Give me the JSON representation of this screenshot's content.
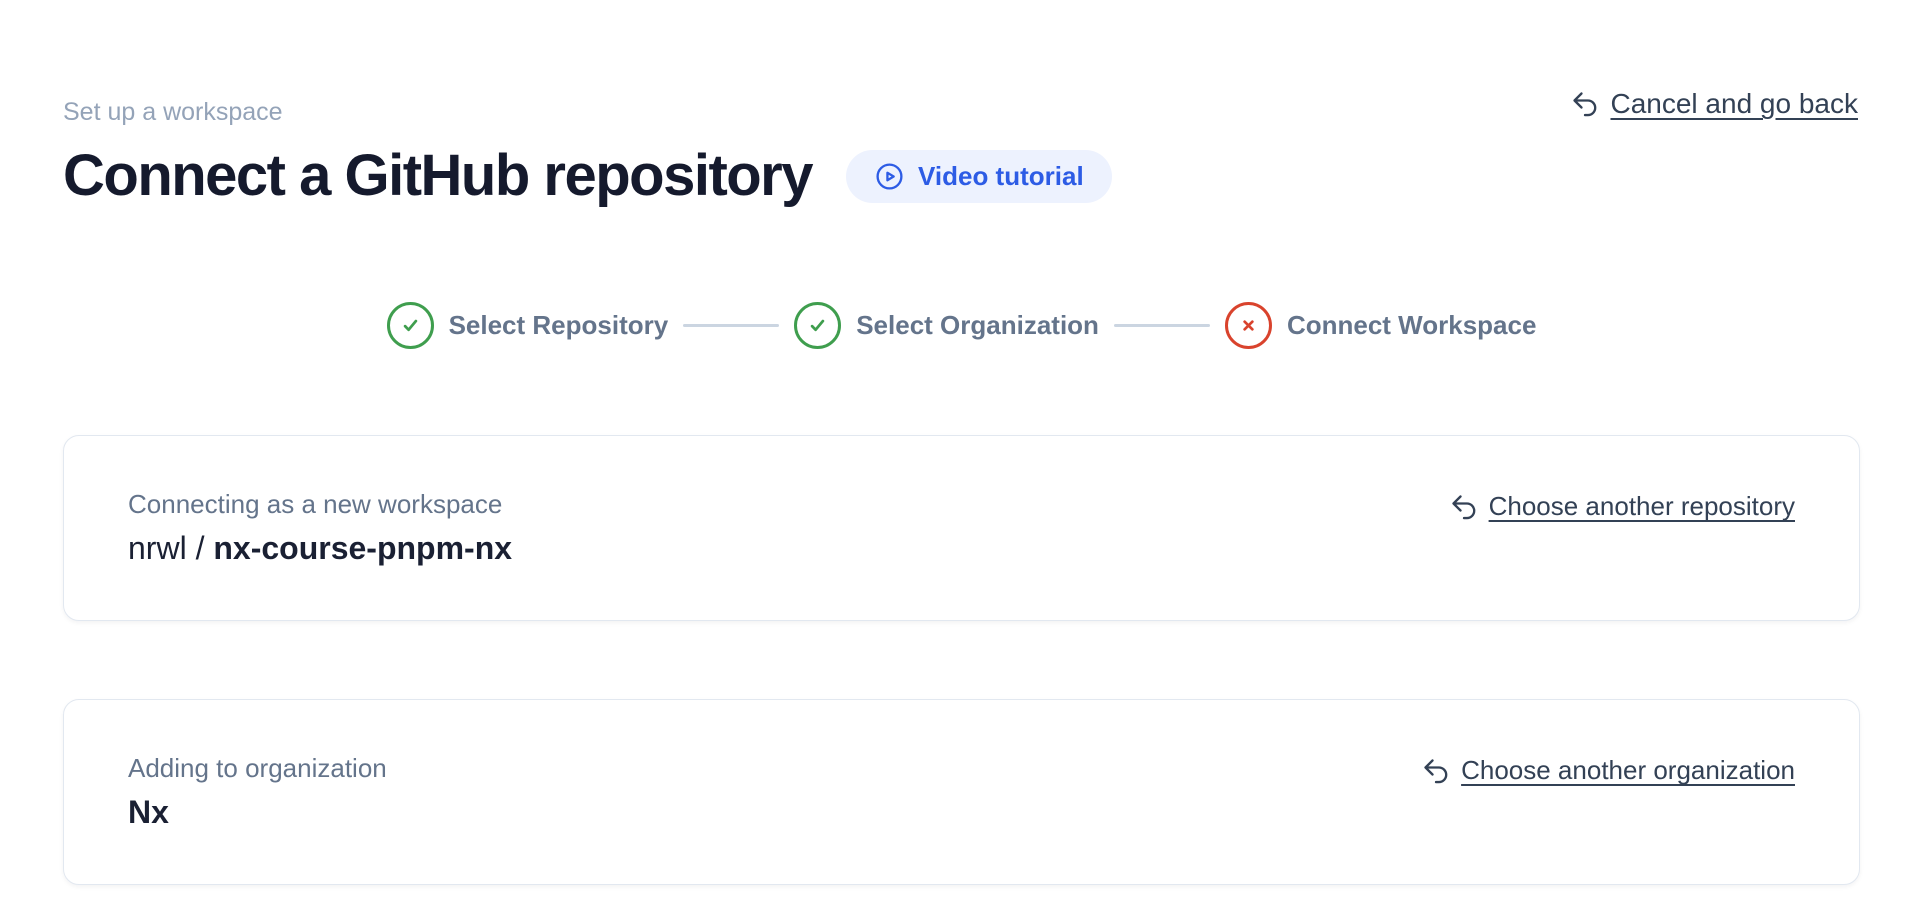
{
  "header": {
    "eyebrow": "Set up a workspace",
    "title": "Connect a GitHub repository",
    "video_tutorial_label": "Video tutorial",
    "cancel_label": "Cancel and go back"
  },
  "stepper": {
    "steps": [
      {
        "label": "Select Repository",
        "state": "complete"
      },
      {
        "label": "Select Organization",
        "state": "complete"
      },
      {
        "label": "Connect Workspace",
        "state": "error"
      }
    ]
  },
  "repository_card": {
    "subtitle": "Connecting as a new workspace",
    "owner_prefix": "nrwl / ",
    "repo_name": "nx-course-pnpm-nx",
    "action_label": "Choose another repository"
  },
  "organization_card": {
    "subtitle": "Adding to organization",
    "organization_name": "Nx",
    "action_label": "Choose another organization"
  },
  "colors": {
    "accent_blue": "#2d5ce5",
    "pill_background": "#edf2fe",
    "success_green": "#3f9e4e",
    "error_red": "#d9432d",
    "link_text": "#334155",
    "muted_text": "#64748b",
    "connector_gray": "#cbd5e1"
  }
}
